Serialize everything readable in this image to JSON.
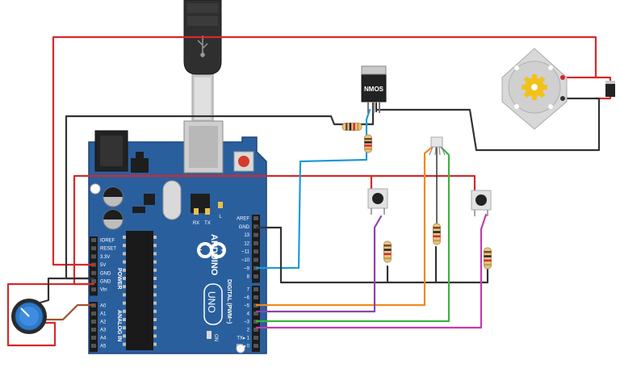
{
  "board": {
    "brand": "ARDUINO",
    "model": "UNO",
    "power_header": "POWER",
    "analog_header": "ANALOG IN",
    "digital_header": "DIGITAL (PWM~)",
    "on_label": "ON",
    "tx_label": "TX",
    "rx_label": "RX",
    "l_label": "L",
    "power_pins": [
      "IOREF",
      "RESET",
      "3.3V",
      "5V",
      "GND",
      "GND",
      "Vin"
    ],
    "analog_pins": [
      "A0",
      "A1",
      "A2",
      "A3",
      "A4",
      "A5"
    ],
    "digital_top": [
      "AREF",
      "GND",
      "13",
      "12",
      "~11",
      "~10",
      "~9",
      "8"
    ],
    "digital_bottom": [
      "7",
      "~6",
      "~5",
      "4",
      "~3",
      "2",
      "TX▸ 1",
      "RX◂ 0"
    ]
  },
  "transistor": {
    "label": "NMOS"
  },
  "colors": {
    "board": "#2a5f9e",
    "red_wire": "#d42a2a",
    "black_wire": "#333333",
    "blue_wire": "#1f9bd6",
    "orange_wire": "#ef8a1e",
    "purple_wire": "#8e44ad",
    "green_wire": "#3fb044",
    "magenta_wire": "#c43bb0",
    "brown_wire": "#a0522d"
  }
}
